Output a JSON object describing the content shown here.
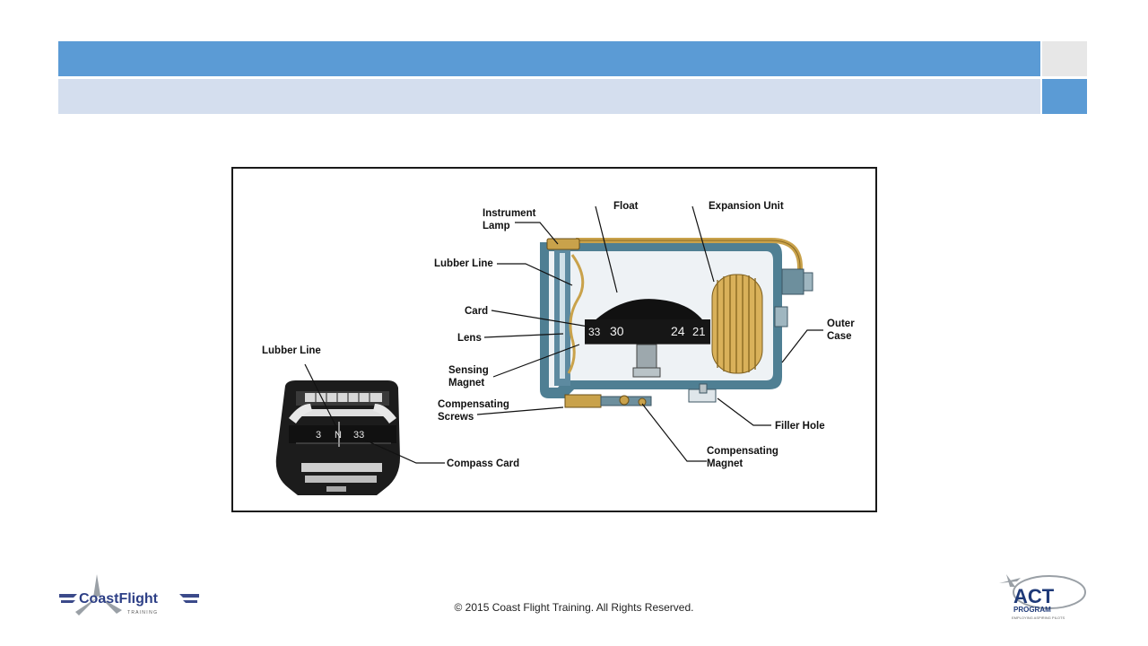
{
  "header": {
    "title": "",
    "subtitle": ""
  },
  "diagram": {
    "labels": {
      "instrument_lamp_1": "Instrument",
      "instrument_lamp_2": "Lamp",
      "float": "Float",
      "expansion_unit": "Expansion Unit",
      "lubber_line_main": "Lubber Line",
      "card": "Card",
      "lens": "Lens",
      "sensing_magnet_1": "Sensing",
      "sensing_magnet_2": "Magnet",
      "compensating_screws_1": "Compensating",
      "compensating_screws_2": "Screws",
      "outer_case_1": "Outer",
      "outer_case_2": "Case",
      "filler_hole": "Filler Hole",
      "compensating_magnet_1": "Compensating",
      "compensating_magnet_2": "Magnet",
      "lubber_line_face": "Lubber Line",
      "compass_card": "Compass Card"
    },
    "dial_marks": {
      "card_33": "33",
      "card_30": "30",
      "card_24": "24",
      "card_21": "21",
      "face_3": "3",
      "face_n": "N",
      "face_33": "33"
    }
  },
  "footer": {
    "copyright": "© 2015 Coast Flight Training. All Rights Reserved.",
    "left_logo_text": "CoastFlight",
    "left_logo_sub": "T R A I N I N G",
    "right_logo_text": "ACT",
    "right_logo_sub": "PROGRAM",
    "right_logo_tagline": "EMPLOYING ASPIRING PILOTS"
  },
  "colors": {
    "accent_blue": "#5b9bd5",
    "light_blue": "#d4deee",
    "light_gray": "#e7e7e7",
    "brass": "#c9a24b",
    "case_teal": "#4f7f93"
  }
}
